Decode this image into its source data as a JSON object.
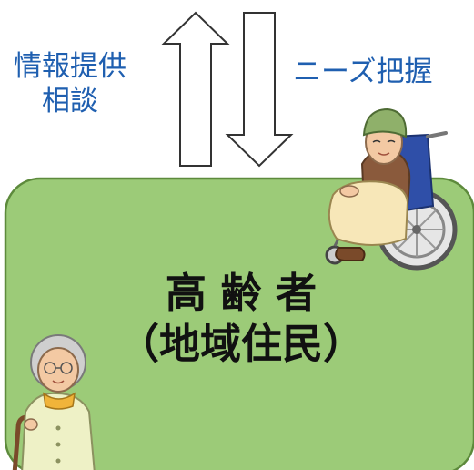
{
  "left_label": {
    "line1": "情報提供",
    "line2": "相談"
  },
  "right_label": "ニーズ把握",
  "box": {
    "line1": "高 齢 者",
    "line2": "（地域住民）"
  },
  "colors": {
    "box_fill": "#9ccb78",
    "box_stroke": "#5d8a3c",
    "label_text": "#1f5fb0",
    "arrow_stroke": "#333333"
  },
  "icons": [
    "up-arrow-icon",
    "down-arrow-icon",
    "elderly-woman-wheelchair-icon",
    "elderly-woman-cane-icon"
  ]
}
